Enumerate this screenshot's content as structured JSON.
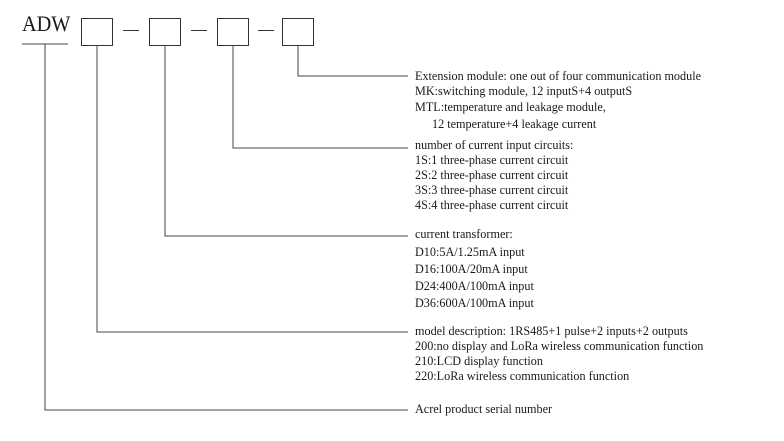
{
  "code": {
    "prefix": "ADW"
  },
  "groups": {
    "extension": {
      "lines": [
        "Extension module: one out of four communication module",
        "MK:switching module, 12 inputS+4 outputS",
        "MTL:temperature and leakage module,",
        "12 temperature+4 leakage current"
      ]
    },
    "circuits": {
      "lines": [
        "number of current input circuits:",
        "1S:1 three-phase current circuit",
        "2S:2 three-phase current circuit",
        "3S:3 three-phase current circuit",
        "4S:4 three-phase current circuit"
      ]
    },
    "transformer": {
      "lines": [
        "current transformer:",
        "D10:5A/1.25mA input",
        "D16:100A/20mA input",
        "D24:400A/100mA input",
        "D36:600A/100mA input"
      ]
    },
    "model": {
      "lines": [
        "model description: 1RS485+1 pulse+2 inputs+2 outputs",
        "200:no display and LoRa wireless communication function",
        "210:LCD display function",
        "220:LoRa wireless communication function"
      ]
    },
    "serial": {
      "lines": [
        "Acrel product serial number"
      ]
    }
  }
}
